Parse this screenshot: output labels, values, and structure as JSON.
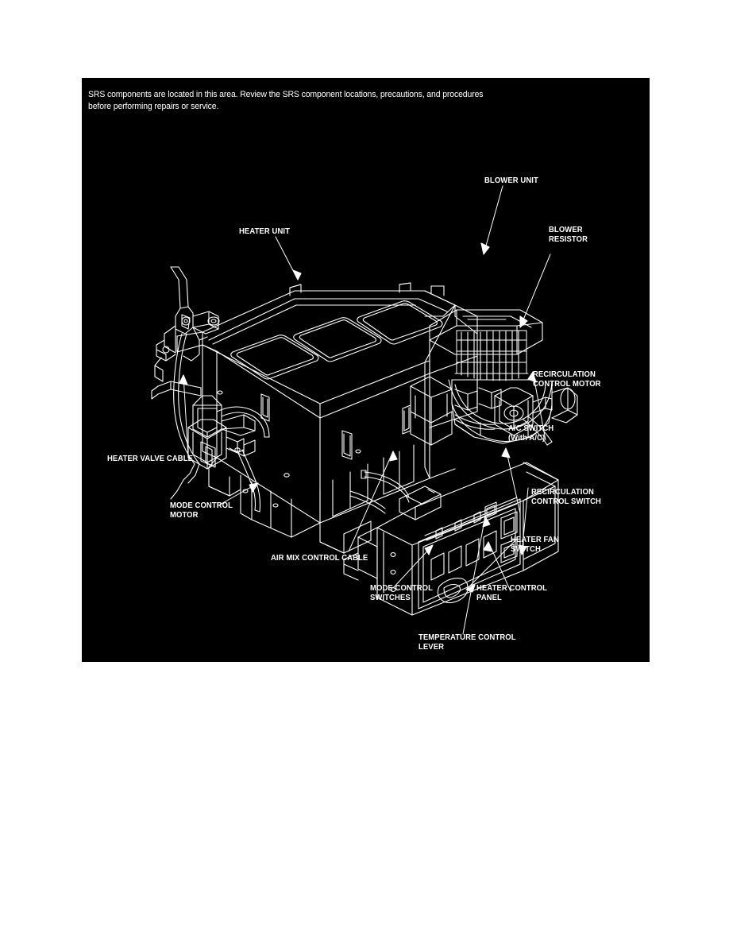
{
  "document": {
    "page_background": "#ffffff",
    "figure_background": "#000000",
    "line_color": "#ffffff"
  },
  "figure": {
    "srs_note": "SRS components are located in this area. Review the SRS component locations, precautions, and procedures\nbefore performing repairs or service.",
    "callouts": [
      {
        "id": "blower-unit",
        "text": "BLOWER UNIT"
      },
      {
        "id": "blower-resistor",
        "text": "BLOWER\nRESISTOR"
      },
      {
        "id": "heater-unit",
        "text": "HEATER UNIT"
      },
      {
        "id": "recirculation-control-motor",
        "text": "RECIRCULATION\nCONTROL MOTOR"
      },
      {
        "id": "ac-switch",
        "text": "A/C SWITCH\n(With A/C)"
      },
      {
        "id": "recirculation-control-switch",
        "text": "RECIRCULATION\nCONTROL SWITCH"
      },
      {
        "id": "heater-fan-switch",
        "text": "HEATER FAN\nSWITCH"
      },
      {
        "id": "heater-valve-cable",
        "text": "HEATER VALVE CABLE"
      },
      {
        "id": "mode-control-motor",
        "text": "MODE CONTROL\nMOTOR"
      },
      {
        "id": "air-mix-control-cable",
        "text": "AIR MIX CONTROL CABLE"
      },
      {
        "id": "mode-control-switches",
        "text": "MODE CONTROL\nSWITCHES"
      },
      {
        "id": "heater-control-panel",
        "text": "HEATER CONTROL\nPANEL"
      },
      {
        "id": "temperature-control-lever",
        "text": "TEMPERATURE CONTROL\nLEVER"
      }
    ]
  }
}
